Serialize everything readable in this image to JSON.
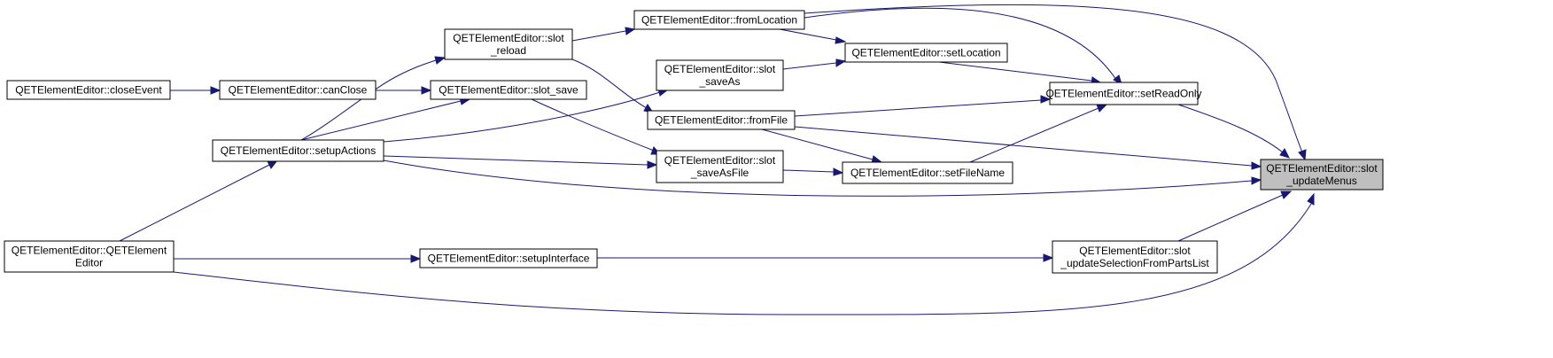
{
  "colors": {
    "edge": "#191970",
    "node_border": "#000000",
    "node_fill": "#ffffff",
    "selected_fill": "#bfbfbf",
    "background": "#ffffff"
  },
  "nodes": {
    "closeEvent": {
      "lines": [
        "QETElementEditor::closeEvent"
      ]
    },
    "canClose": {
      "lines": [
        "QETElementEditor::canClose"
      ]
    },
    "slot_reload": {
      "lines": [
        "QETElementEditor::slot",
        "_reload"
      ]
    },
    "slot_save": {
      "lines": [
        "QETElementEditor::slot_save"
      ]
    },
    "setupActions": {
      "lines": [
        "QETElementEditor::setupActions"
      ]
    },
    "constructor": {
      "lines": [
        "QETElementEditor::QETElement",
        "Editor"
      ]
    },
    "fromLocation": {
      "lines": [
        "QETElementEditor::fromLocation"
      ]
    },
    "slot_saveAs": {
      "lines": [
        "QETElementEditor::slot",
        "_saveAs"
      ]
    },
    "fromFile": {
      "lines": [
        "QETElementEditor::fromFile"
      ]
    },
    "slot_saveAsFile": {
      "lines": [
        "QETElementEditor::slot",
        "_saveAsFile"
      ]
    },
    "setupInterface": {
      "lines": [
        "QETElementEditor::setupInterface"
      ]
    },
    "setLocation": {
      "lines": [
        "QETElementEditor::setLocation"
      ]
    },
    "setFileName": {
      "lines": [
        "QETElementEditor::setFileName"
      ]
    },
    "setReadOnly": {
      "lines": [
        "QETElementEditor::setReadOnly"
      ]
    },
    "slot_updateSelection": {
      "lines": [
        "QETElementEditor::slot",
        "_updateSelectionFromPartsList"
      ]
    },
    "slot_updateMenus": {
      "lines": [
        "QETElementEditor::slot",
        "_updateMenus"
      ]
    }
  },
  "edges": [
    {
      "from": "closeEvent",
      "to": "canClose"
    },
    {
      "from": "canClose",
      "to": "slot_save"
    },
    {
      "from": "slot_reload",
      "to": "fromLocation"
    },
    {
      "from": "slot_reload",
      "to": "fromFile"
    },
    {
      "from": "slot_save",
      "to": "slot_saveAsFile"
    },
    {
      "from": "setupActions",
      "to": "slot_reload"
    },
    {
      "from": "setupActions",
      "to": "slot_save"
    },
    {
      "from": "setupActions",
      "to": "slot_saveAs"
    },
    {
      "from": "setupActions",
      "to": "slot_saveAsFile"
    },
    {
      "from": "setupActions",
      "to": "slot_updateMenus"
    },
    {
      "from": "constructor",
      "to": "setupActions"
    },
    {
      "from": "constructor",
      "to": "setupInterface"
    },
    {
      "from": "constructor",
      "to": "slot_updateMenus"
    },
    {
      "from": "fromLocation",
      "to": "setLocation"
    },
    {
      "from": "fromLocation",
      "to": "setReadOnly"
    },
    {
      "from": "fromLocation",
      "to": "slot_updateMenus"
    },
    {
      "from": "slot_saveAs",
      "to": "setLocation"
    },
    {
      "from": "fromFile",
      "to": "setReadOnly"
    },
    {
      "from": "fromFile",
      "to": "setFileName"
    },
    {
      "from": "fromFile",
      "to": "slot_updateMenus"
    },
    {
      "from": "slot_saveAsFile",
      "to": "setFileName"
    },
    {
      "from": "setupInterface",
      "to": "slot_updateSelection"
    },
    {
      "from": "setLocation",
      "to": "setReadOnly"
    },
    {
      "from": "setFileName",
      "to": "setReadOnly"
    },
    {
      "from": "setReadOnly",
      "to": "slot_updateMenus"
    },
    {
      "from": "slot_updateSelection",
      "to": "slot_updateMenus"
    }
  ]
}
